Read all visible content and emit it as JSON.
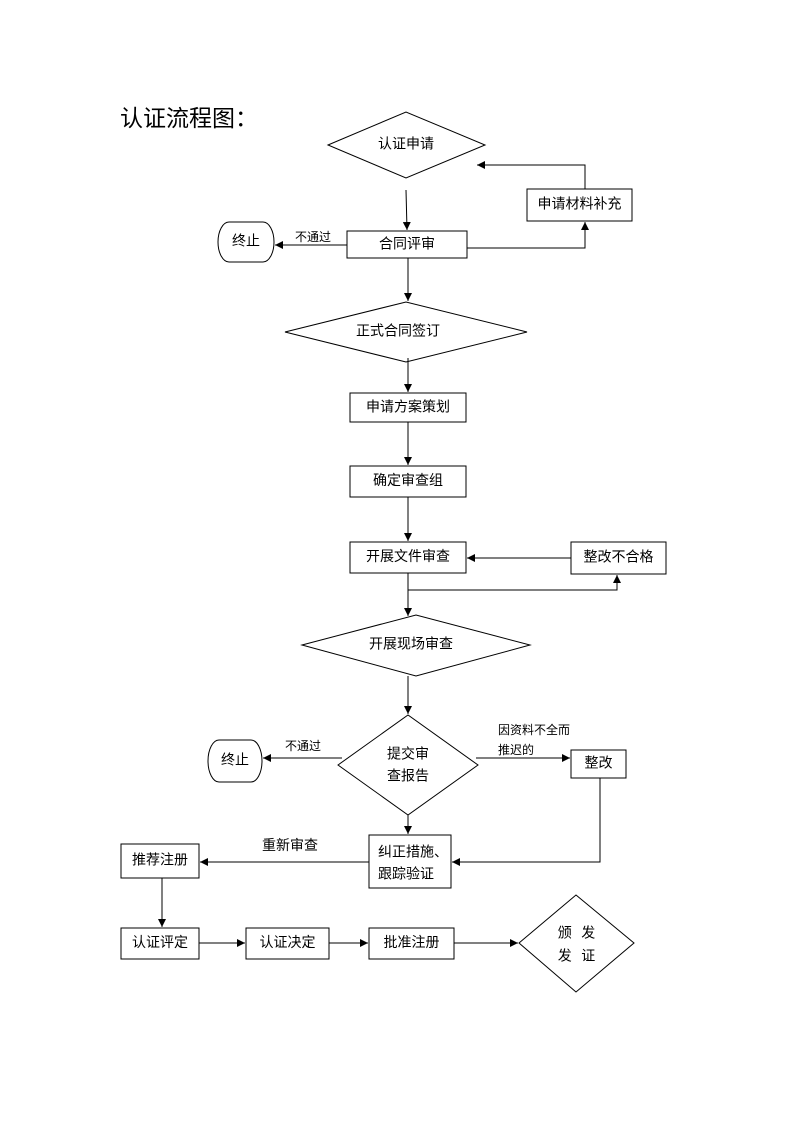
{
  "title": "认证流程图：",
  "nodes": {
    "certification_application": "认证申请",
    "material_supplement": "申请材料补充",
    "terminate_1": "终止",
    "contract_review": "合同评审",
    "formal_contract_signing": "正式合同签订",
    "scheme_planning": "申请方案策划",
    "determine_review_team": "确定审查组",
    "document_review": "开展文件审查",
    "rectification_failed": "整改不合格",
    "onsite_review": "开展现场审查",
    "submit_review_report": [
      "提交审",
      "查报告"
    ],
    "terminate_2": "终止",
    "rectification": "整改",
    "corrective_tracking": [
      "纠正措施、",
      "跟踪验证"
    ],
    "recommend_registration": "推荐注册",
    "certification_evaluation": "认证评定",
    "certification_decision": "认证决定",
    "approve_registration": "批准注册",
    "issue_certificate": [
      "颁 发",
      "发 证"
    ]
  },
  "edge_labels": {
    "contract_review_rejected": "不通过",
    "report_rejected": "不通过",
    "delayed_incomplete_materials": [
      "因资料不全而",
      "推迟的"
    ],
    "re_review": "重新审查"
  }
}
